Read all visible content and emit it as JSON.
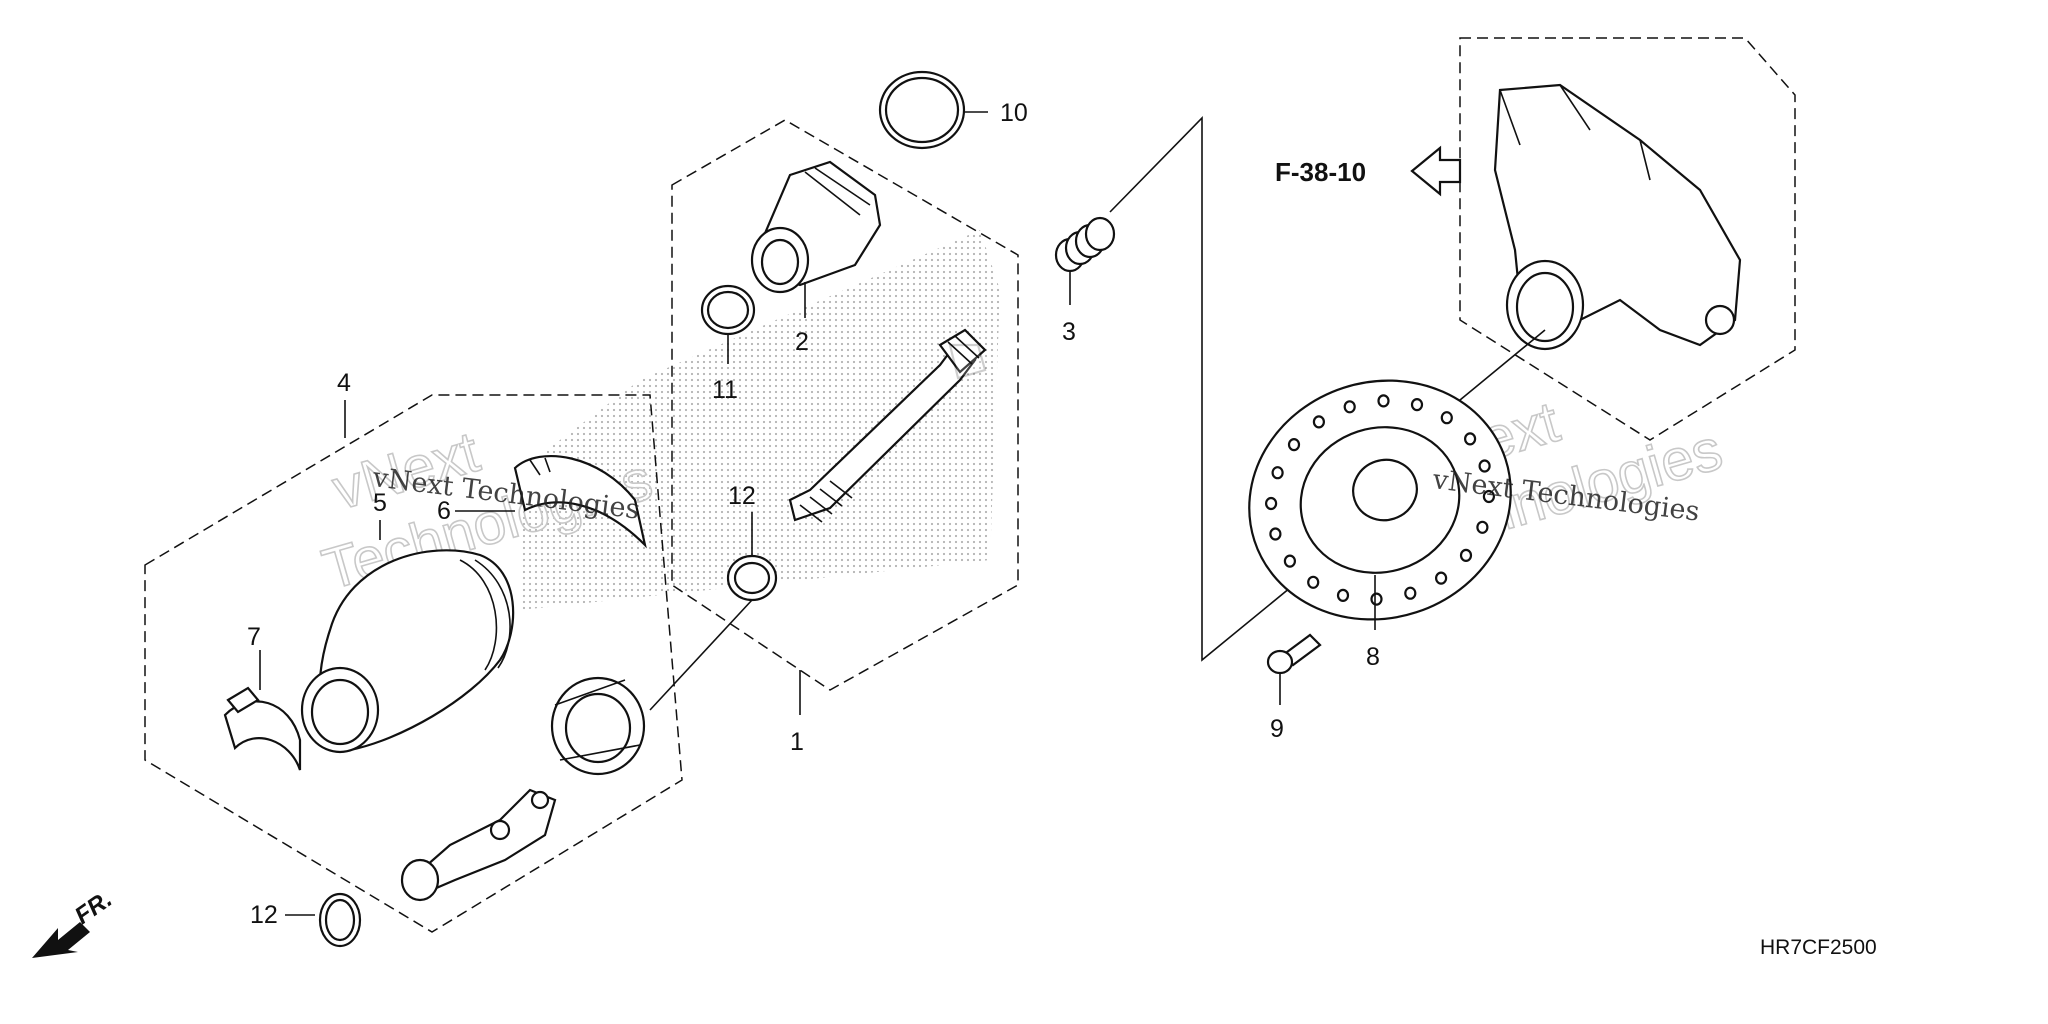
{
  "callouts": [
    {
      "id": "1",
      "text": "1"
    },
    {
      "id": "2",
      "text": "2"
    },
    {
      "id": "3",
      "text": "3"
    },
    {
      "id": "4",
      "text": "4"
    },
    {
      "id": "5",
      "text": "5"
    },
    {
      "id": "6",
      "text": "6"
    },
    {
      "id": "7",
      "text": "7"
    },
    {
      "id": "8",
      "text": "8"
    },
    {
      "id": "9",
      "text": "9"
    },
    {
      "id": "10",
      "text": "10"
    },
    {
      "id": "11",
      "text": "11"
    },
    {
      "id": "12a",
      "text": "12"
    },
    {
      "id": "12b",
      "text": "12"
    }
  ],
  "reference_label": "F-38-10",
  "diagram_code": "HR7CF2500",
  "front_indicator": "FR.",
  "watermarks": {
    "brand": "vNext Technologies",
    "line1": "vNext",
    "line2": "Technologies"
  },
  "colors": {
    "line": "#111111",
    "background": "#ffffff",
    "halftone": "#d0d0d0",
    "watermark": "#c8c8c8"
  }
}
